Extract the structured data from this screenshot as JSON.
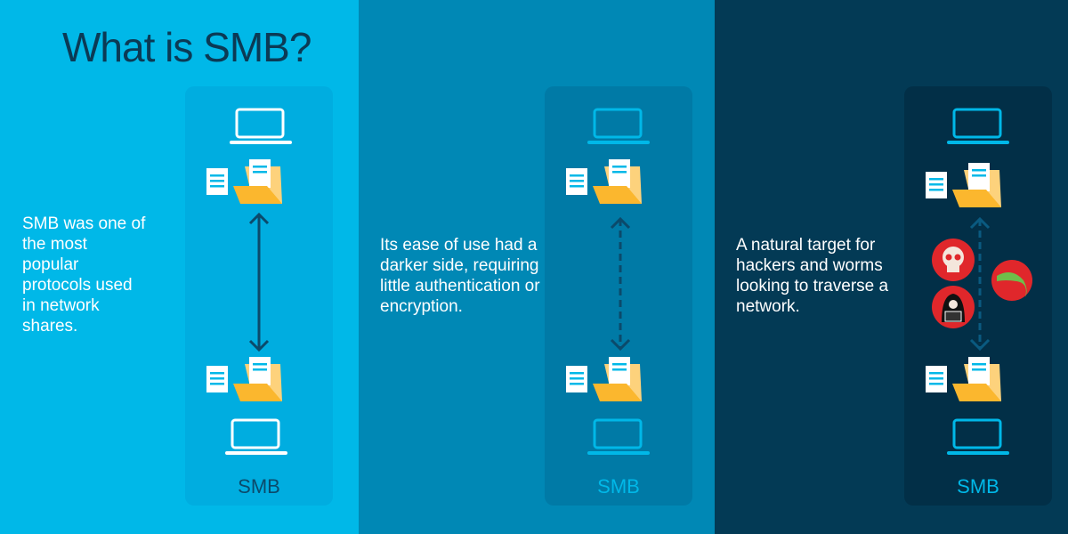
{
  "title": "What is SMB?",
  "panels": [
    {
      "text": "SMB was one of the most popular protocols used in network shares.",
      "label": "SMB",
      "arrow": "solid"
    },
    {
      "text": "Its ease of use had a darker side, requiring little authentication or encryption.",
      "label": "SMB",
      "arrow": "dashed"
    },
    {
      "text": "A natural target for hackers and worms looking to traverse a network.",
      "label": "SMB",
      "arrow": "dashed"
    }
  ],
  "threat_icons": [
    "skull-icon",
    "hacker-icon",
    "worm-icon"
  ],
  "colors": {
    "panel1": "#00b8e8",
    "panel2": "#0088b5",
    "panel3": "#033a55",
    "folder": "#fbb72e",
    "threat": "#e0272b",
    "worm": "#6ebe4a"
  }
}
